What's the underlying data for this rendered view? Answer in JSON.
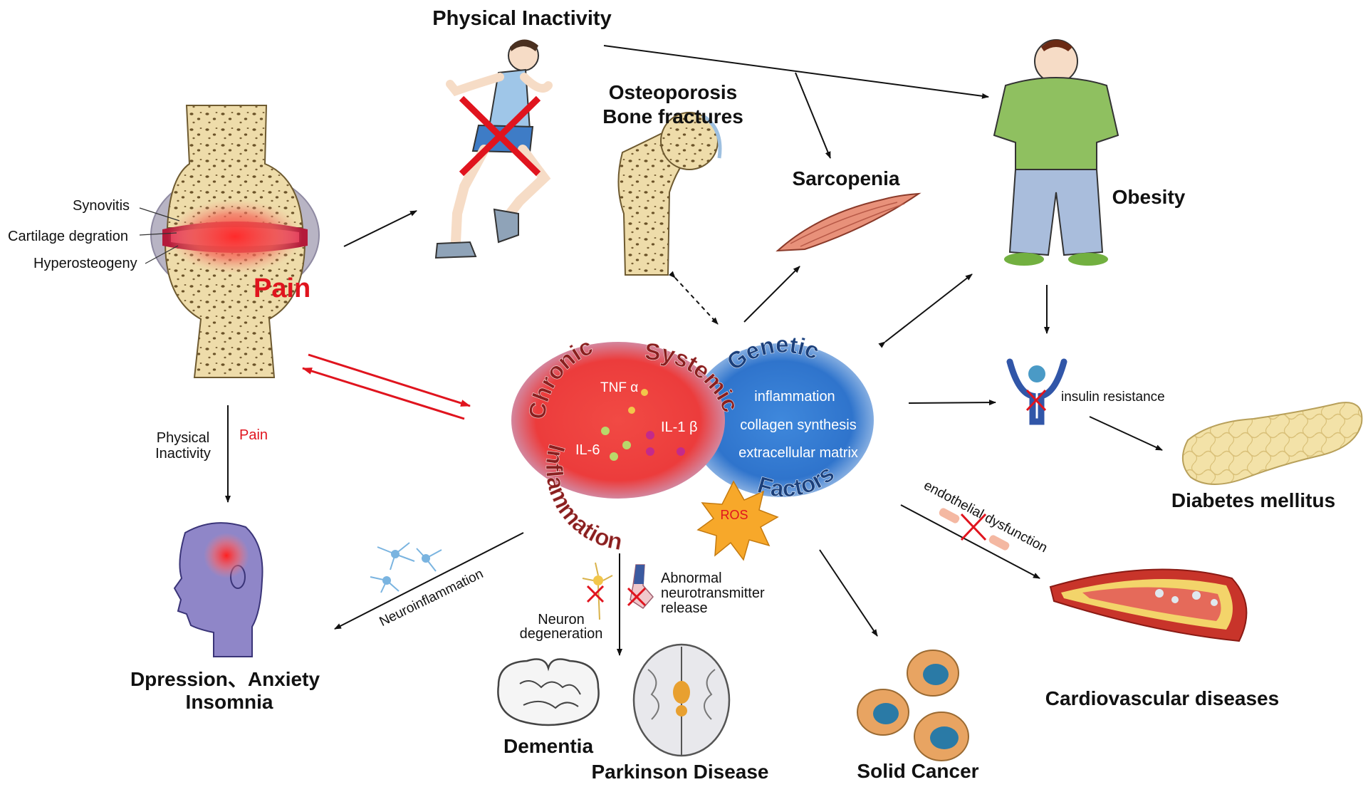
{
  "colors": {
    "red_accent": "#e0141e",
    "inflammation_red": "#ec3c3c",
    "genetic_blue": "#3a7fd4",
    "bone": "#eedcaa",
    "arrow": "#111111"
  },
  "labels": {
    "physical_inactivity_top": "Physical Inactivity",
    "osteoporosis_l1": "Osteoporosis",
    "osteoporosis_l2": "Bone fractures",
    "sarcopenia": "Sarcopenia",
    "obesity": "Obesity",
    "synovitis": "Synovitis",
    "cartilage": "Cartilage degration",
    "hyperosteogeny": "Hyperosteogeny",
    "pain_big": "Pain",
    "physical_inactivity_left_l1": "Physical",
    "physical_inactivity_left_l2": "Inactivity",
    "pain_small": "Pain",
    "insulin_resistance": "insulin resistance",
    "diabetes": "Diabetes mellitus",
    "endothelial": "endothelial dysfunction",
    "cardiovascular": "Cardiovascular diseases",
    "solid_cancer": "Solid Cancer",
    "dementia": "Dementia",
    "parkinson": "Parkinson Disease",
    "neuron_l1": "Neuron",
    "neuron_l2": "degeneration",
    "abnormal_l1": "Abnormal",
    "abnormal_l2": "neurotransmitter",
    "abnormal_l3": "release",
    "neuroinflammation": "Neuroinflammation",
    "depression_l1": "Dpression、Anxiety",
    "depression_l2": "Insomnia"
  },
  "center": {
    "chronic": "Chronic",
    "systemic": "Systemic",
    "inflammation_arc": "Inflammation",
    "genetic": "Genetic",
    "factors": "Factors",
    "tnf": "TNF α",
    "il1": "IL-1 β",
    "il6": "IL-6",
    "ros": "ROS",
    "blue_items": [
      "inflammation",
      "collagen synthesis",
      "extracellular matrix"
    ]
  }
}
